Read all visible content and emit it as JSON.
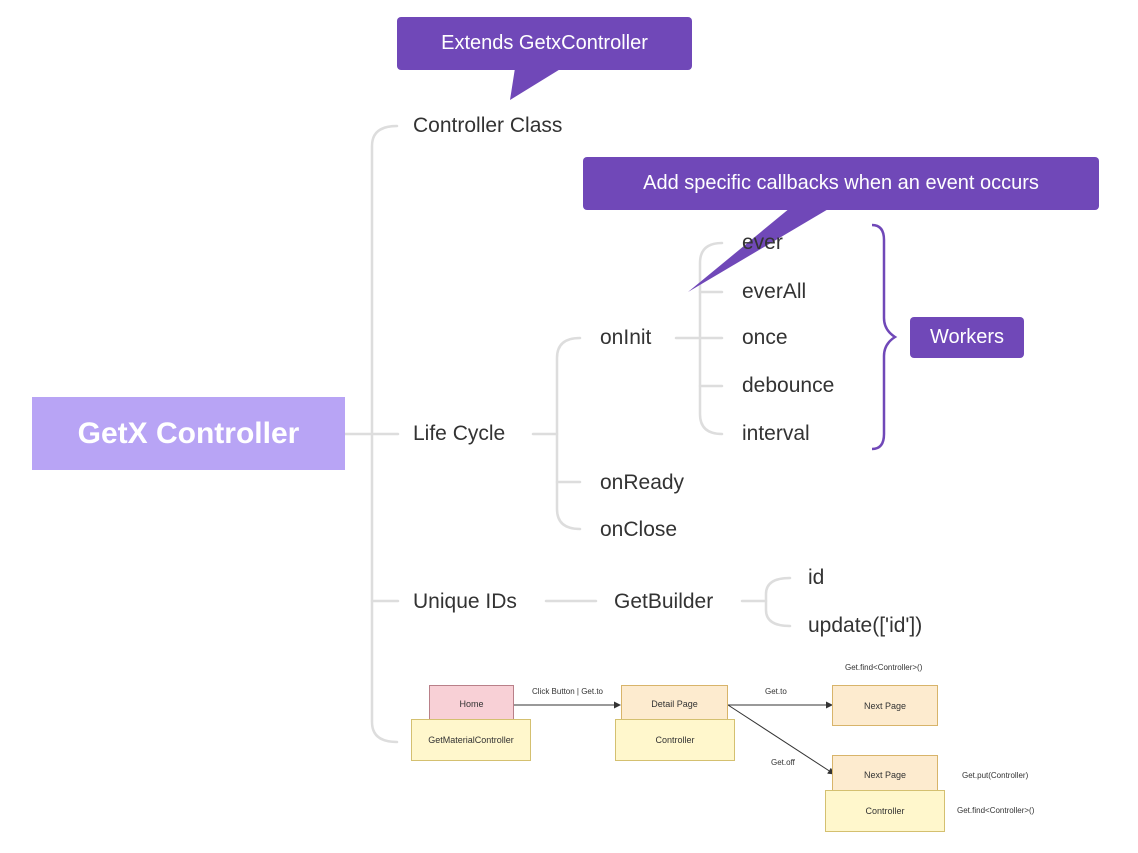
{
  "mindmap": {
    "root": "GetX Controller",
    "branches": {
      "controller_class": "Controller Class",
      "life_cycle": "Life Cycle",
      "unique_ids": "Unique IDs"
    },
    "lifecycle": {
      "on_init": "onInit",
      "on_ready": "onReady",
      "on_close": "onClose"
    },
    "workers": [
      "ever",
      "everAll",
      "once",
      "debounce",
      "interval"
    ],
    "workers_label": "Workers",
    "get_builder": "GetBuilder",
    "get_builder_children": [
      "id",
      "update(['id'])"
    ]
  },
  "callouts": {
    "extends": "Extends GetxController",
    "callbacks": "Add specific callbacks when an event occurs"
  },
  "flow": {
    "home": "Home",
    "get_material_controller": "GetMaterialController",
    "click_label": "Click Button | Get.to",
    "detail_page": "Detail Page",
    "detail_controller": "Controller",
    "get_to": "Get.to",
    "get_off": "Get.off",
    "next_page_top": "Next Page",
    "next_page_bottom": "Next Page",
    "bottom_controller": "Controller",
    "get_find_top": "Get.find<Controller>()",
    "get_put": "Get.put(Controller)",
    "get_find_bottom": "Get.find<Controller>()"
  },
  "colors": {
    "root_fill": "#b8a4f5",
    "callout_fill": "#7048b8",
    "connector": "#dddddd",
    "brace": "#7048b8"
  }
}
